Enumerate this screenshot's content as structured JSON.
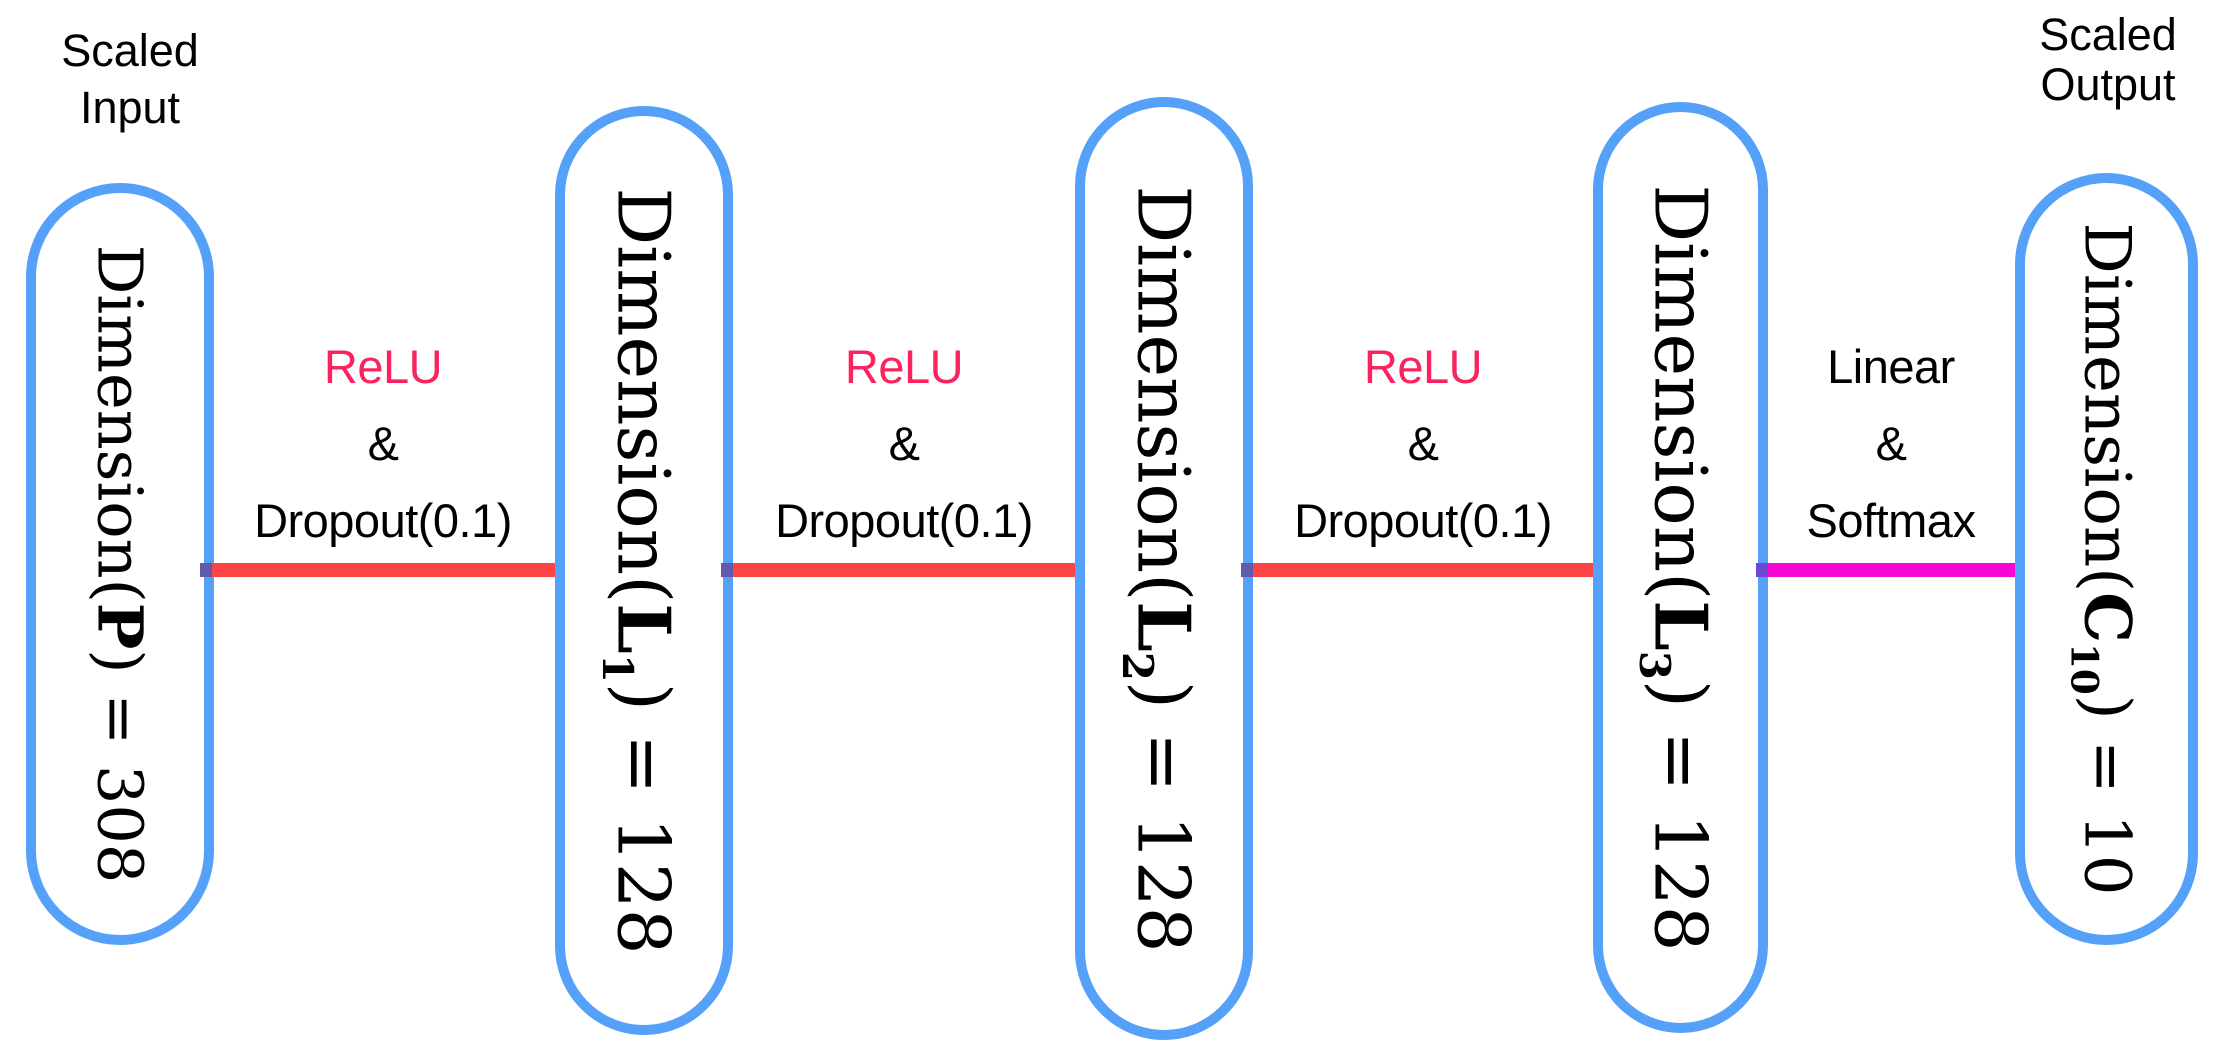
{
  "diagram": {
    "input_label": {
      "line1": "Scaled",
      "line2": "Input"
    },
    "output_label": {
      "line1": "Scaled",
      "line2": "Output"
    },
    "capsules": [
      {
        "prefix": "Dimension(",
        "symbol": "P",
        "subscript": "",
        "suffix": ") = ",
        "value": "308"
      },
      {
        "prefix": "Dimension(",
        "symbol": "L",
        "subscript": "1",
        "suffix": ") = ",
        "value": "128"
      },
      {
        "prefix": "Dimension(",
        "symbol": "L",
        "subscript": "2",
        "suffix": ") = ",
        "value": "128"
      },
      {
        "prefix": "Dimension(",
        "symbol": "L",
        "subscript": "3",
        "suffix": ") = ",
        "value": "128"
      },
      {
        "prefix": "Dimension(",
        "symbol": "C",
        "subscript": "10",
        "suffix": ") = ",
        "value": "10"
      }
    ],
    "connectors": [
      {
        "top": "ReLU",
        "mid": "&",
        "bottom": "Dropout(0.1)"
      },
      {
        "top": "ReLU",
        "mid": "&",
        "bottom": "Dropout(0.1)"
      },
      {
        "top": "ReLU",
        "mid": "&",
        "bottom": "Dropout(0.1)"
      },
      {
        "top": "Linear",
        "mid": "&",
        "bottom": "Softmax"
      }
    ],
    "colors": {
      "capsule_border": "#55a0f8",
      "relu_text": "#f9245e",
      "relu_dropout_line": "#fb4444",
      "linear_softmax_line": "#f707d4",
      "text": "#000000",
      "background": "#ffffff"
    }
  }
}
